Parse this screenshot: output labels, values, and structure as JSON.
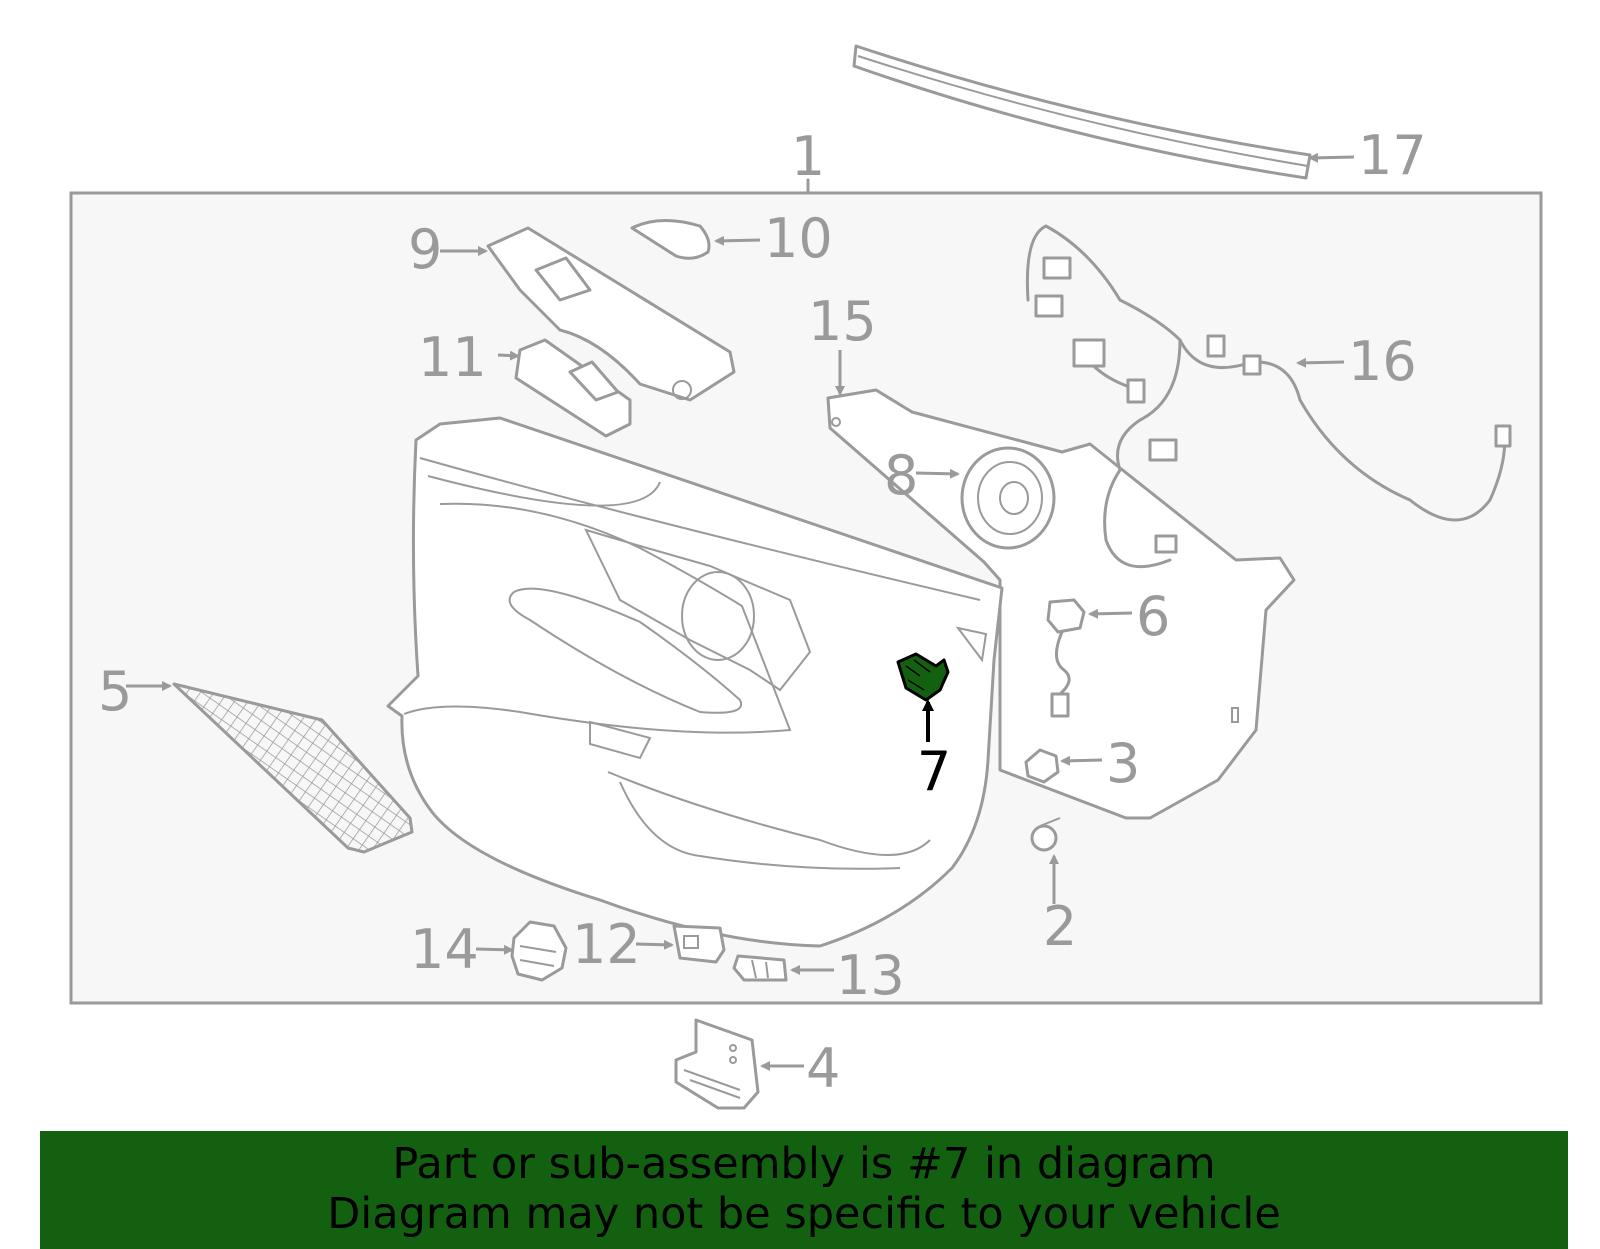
{
  "callouts": {
    "c1": "1",
    "c2": "2",
    "c3": "3",
    "c4": "4",
    "c5": "5",
    "c6": "6",
    "c7": "7",
    "c8": "8",
    "c9": "9",
    "c10": "10",
    "c11": "11",
    "c12": "12",
    "c13": "13",
    "c14": "14",
    "c15": "15",
    "c16": "16",
    "c17": "17"
  },
  "highlight": {
    "part": "7",
    "color": "#136110"
  },
  "banner": {
    "line1": "Part or sub-assembly is #7 in diagram",
    "line2": "Diagram may not be specific to your vehicle",
    "color": "#136110"
  }
}
